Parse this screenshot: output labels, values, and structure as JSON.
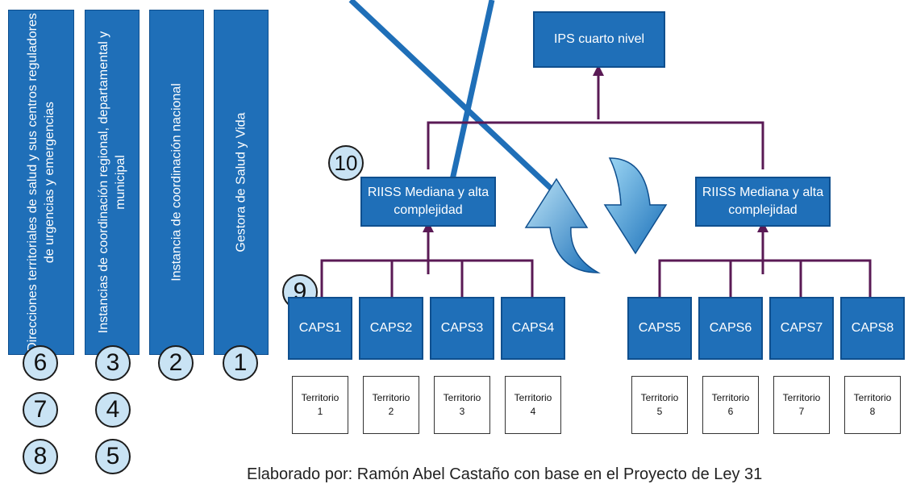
{
  "columns": [
    {
      "id": "col-direcciones",
      "text": "Direcciones territoriales de salud y sus centros reguladores de urgencias y emergencias"
    },
    {
      "id": "col-instancias-regional",
      "text": "Instancias de coordinación regional, departamental y municipal"
    },
    {
      "id": "col-instancia-nacional",
      "text": "Instancia de coordinación nacional"
    },
    {
      "id": "col-gestora",
      "text": "Gestora de Salud y Vida"
    }
  ],
  "numbers": [
    "1",
    "2",
    "3",
    "4",
    "5",
    "6",
    "7",
    "8",
    "9",
    "10"
  ],
  "ips": "IPS cuarto nivel",
  "riiss_left": "RIISS Mediana y alta complejidad",
  "riiss_right": "RIISS Mediana y alta complejidad",
  "caps": [
    "CAPS1",
    "CAPS2",
    "CAPS3",
    "CAPS4",
    "CAPS5",
    "CAPS6",
    "CAPS7",
    "CAPS8"
  ],
  "territorios": [
    {
      "label": "Territorio",
      "num": "1"
    },
    {
      "label": "Territorio",
      "num": "2"
    },
    {
      "label": "Territorio",
      "num": "3"
    },
    {
      "label": "Territorio",
      "num": "4"
    },
    {
      "label": "Territorio",
      "num": "5"
    },
    {
      "label": "Territorio",
      "num": "6"
    },
    {
      "label": "Territorio",
      "num": "7"
    },
    {
      "label": "Territorio",
      "num": "8"
    }
  ],
  "caption": "Elaborado por: Ramón Abel Castaño con base en el Proyecto de Ley 31",
  "colors": {
    "box": "#1f6fb8",
    "connector": "#5a1a55",
    "pointer": "#1f6fb8",
    "circle": "#c9e3f4"
  }
}
